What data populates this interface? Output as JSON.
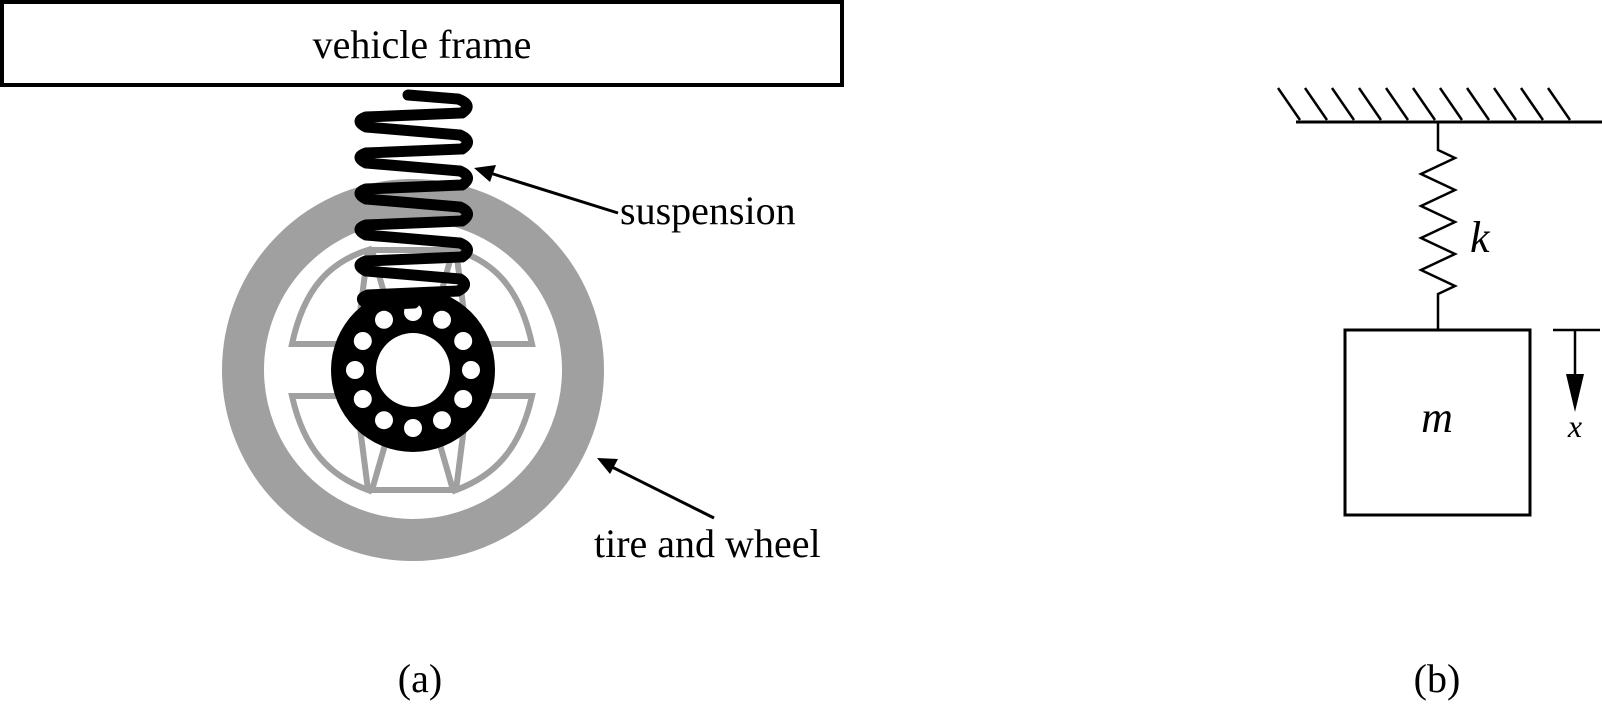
{
  "panel_a": {
    "frame_label": "vehicle frame",
    "suspension_label": "suspension",
    "tire_label": "tire and wheel",
    "caption": "(a)"
  },
  "panel_b": {
    "spring_label": "k",
    "mass_label": "m",
    "displacement_label": "x",
    "caption": "(b)"
  },
  "colors": {
    "ink": "#000000",
    "tire": "#a0a0a0",
    "background": "#ffffff"
  }
}
